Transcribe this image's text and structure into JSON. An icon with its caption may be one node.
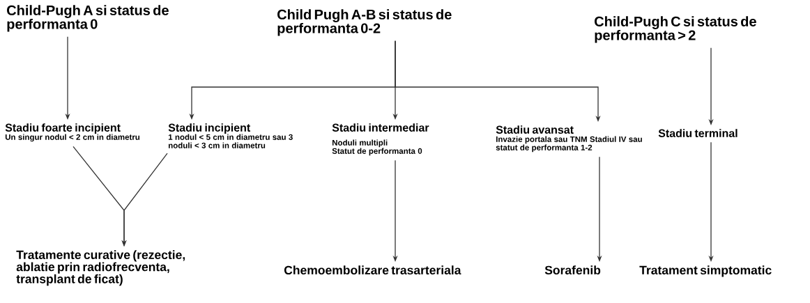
{
  "diagram": {
    "nodes": [
      {
        "text": [
          "Child-Pugh A si status de performanta 0"
        ]
      },
      {
        "text": [
          "Child Pugh A-B si status de performanta 0-2"
        ]
      },
      {
        "text": [
          "Child-Pugh C si status de performanta > 2"
        ]
      },
      {
        "text": [
          "Stadiu foarte incipient",
          "Un singur nodul < 2 cm in diametru"
        ]
      },
      {
        "text": [
          "Stadiu incipient",
          "1 nodul < 5 cm in diametru sau 3 noduli < 3 cm in diametru"
        ]
      },
      {
        "text": [
          "Stadiu intermediar",
          "Noduli multipli",
          "Statut de performanta 0"
        ]
      },
      {
        "text": [
          "Stadiu avansat",
          "Invazie portala sau TNM Stadiul IV sau statut de performanta 1-2"
        ]
      },
      {
        "text": [
          "Stadiu terminal"
        ]
      },
      {
        "text": [
          "Tratamente curative (rezectie, ablatie prin radiofrecventa, transplant de ficat)"
        ]
      },
      {
        "text": [
          "Chemoembolizare trasarteriala"
        ]
      },
      {
        "text": [
          "Sorafenib"
        ]
      },
      {
        "text": [
          "Tratament simptomatic"
        ]
      }
    ],
    "edges": [
      {
        "from": 0,
        "to": 3,
        "arrow": "to"
      },
      {
        "from": 1,
        "to": 4,
        "arrow": "to"
      },
      {
        "from": 1,
        "to": 5,
        "arrow": "to"
      },
      {
        "from": 1,
        "to": 6,
        "arrow": "to"
      },
      {
        "from": 2,
        "to": 7,
        "arrow": "to"
      },
      {
        "from": 3,
        "to": 8,
        "arrow": "to"
      },
      {
        "from": 4,
        "to": 8,
        "arrow": "to"
      },
      {
        "from": 5,
        "to": 9,
        "arrow": "to"
      },
      {
        "from": 6,
        "to": 10,
        "arrow": "to"
      },
      {
        "from": 7,
        "to": 11,
        "arrow": "to"
      }
    ]
  }
}
